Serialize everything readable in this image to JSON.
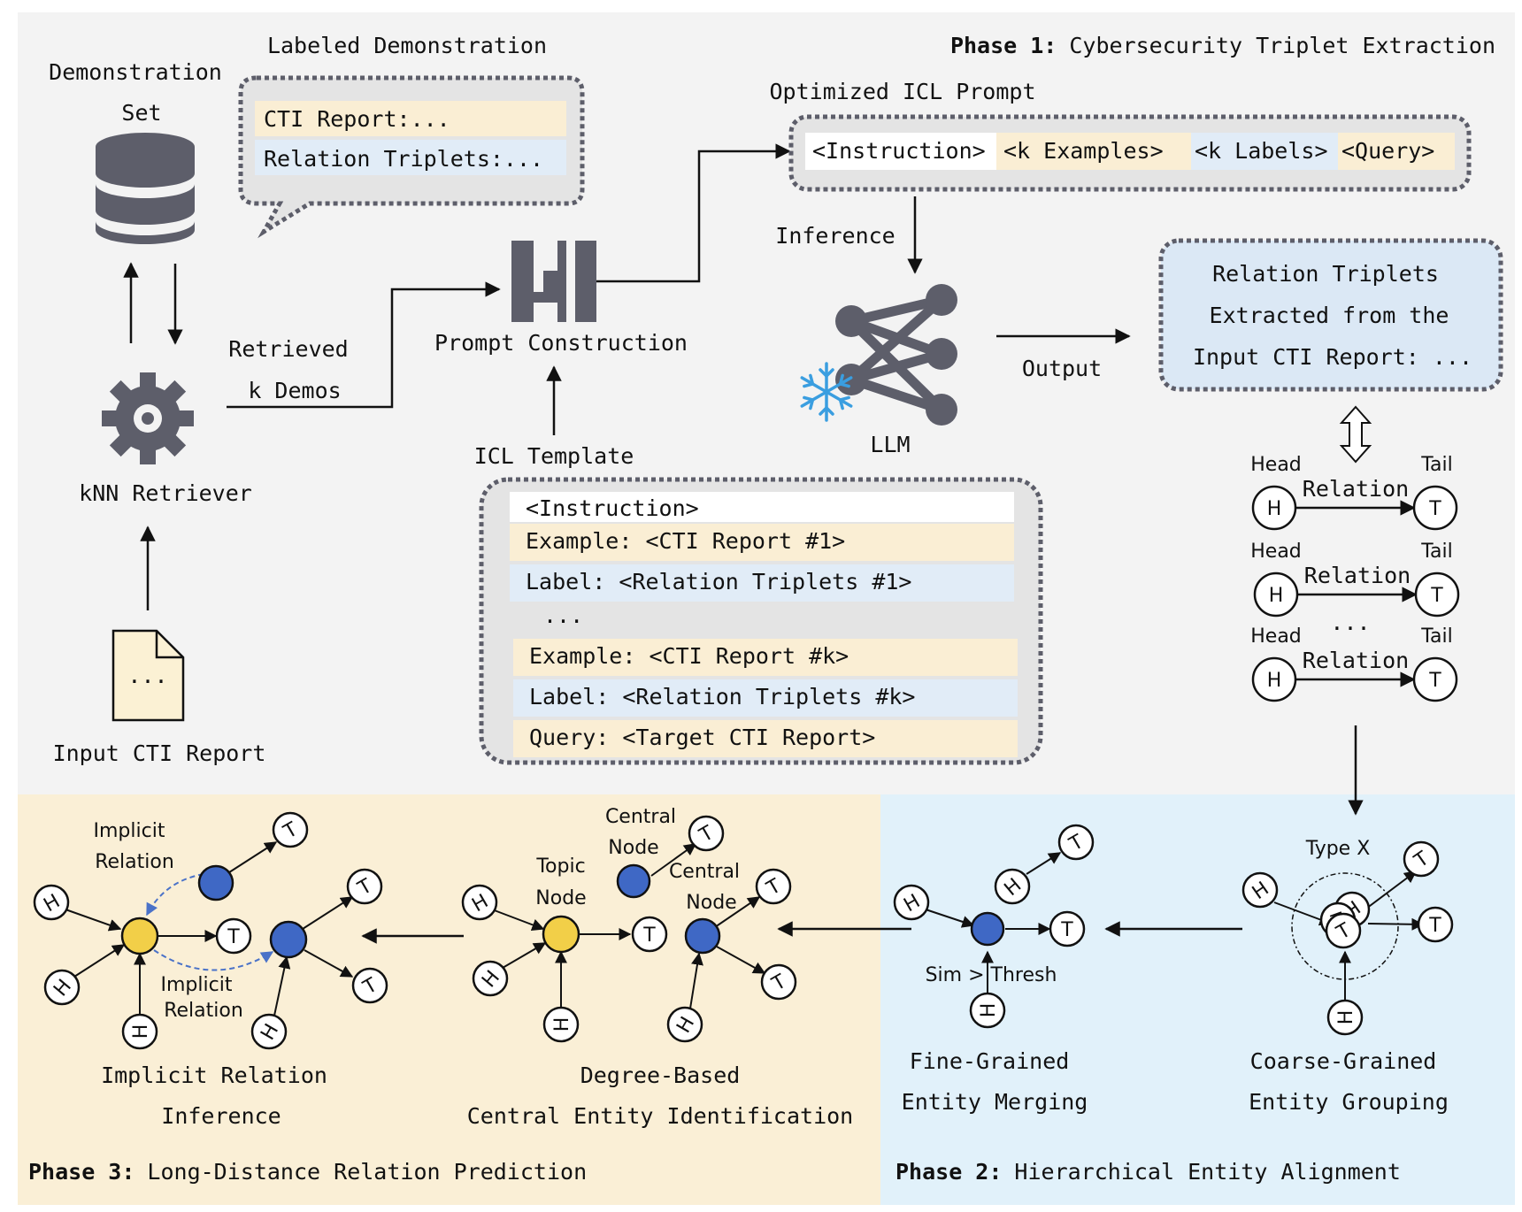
{
  "phases": {
    "p1": {
      "bold": "Phase 1:",
      "text": "Cybersecurity Triplet Extraction"
    },
    "p2": {
      "bold": "Phase 2:",
      "text": "Hierarchical Entity Alignment"
    },
    "p3": {
      "bold": "Phase 3:",
      "text": "Long-Distance Relation Prediction"
    }
  },
  "demo": {
    "set_line1": "Demonstration",
    "set_line2": "Set",
    "labeled_title": "Labeled Demonstration",
    "cti_row": "CTI Report:...",
    "triplet_row": "Relation Triplets:..."
  },
  "retriever": {
    "label": "kNN Retriever"
  },
  "input": {
    "doc_text": "...",
    "label": "Input CTI Report"
  },
  "retrieved": {
    "line1": "Retrieved",
    "line2": "k Demos"
  },
  "prompt": {
    "label": "Prompt Construction"
  },
  "icl": {
    "title": "Optimized ICL Prompt",
    "instruction": "<Instruction>",
    "examples": "<k Examples>",
    "labels": "<k Labels>",
    "query": "<Query>"
  },
  "llm": {
    "inference": "Inference",
    "label": "LLM",
    "output": "Output"
  },
  "triplets_box": {
    "line1": "Relation Triplets",
    "line2": "Extracted from the",
    "line3": "Input CTI Report: ..."
  },
  "triplets": {
    "head": "Head",
    "tail": "Tail",
    "relation": "Relation",
    "h": "H",
    "t": "T",
    "ellipsis": "..."
  },
  "template": {
    "title": "ICL Template",
    "instruction": "<Instruction>",
    "example1": "Example: <CTI Report #1>",
    "label1": "Label: <Relation Triplets #1>",
    "ellipsis": "...",
    "examplek": "Example: <CTI Report #k>",
    "labelk": "Label: <Relation Triplets #k>",
    "query": "Query: <Target CTI Report>"
  },
  "nodes": {
    "h": "H",
    "t": "T"
  },
  "phase2": {
    "type_x": "Type X",
    "sim_thresh": "Sim > Thresh",
    "coarse_line1": "Coarse-Grained",
    "coarse_line2": "Entity Grouping",
    "fine_line1": "Fine-Grained",
    "fine_line2": "Entity Merging"
  },
  "phase3": {
    "central_line1": "Central",
    "central_line2": "Node",
    "topic_line1": "Topic",
    "topic_line2": "Node",
    "implicit_line1": "Implicit",
    "implicit_line2": "Relation",
    "degree_line1": "Degree-Based",
    "degree_line2": "Central Entity Identification",
    "implicit_title_line1": "Implicit Relation",
    "implicit_title_line2": "Inference"
  }
}
